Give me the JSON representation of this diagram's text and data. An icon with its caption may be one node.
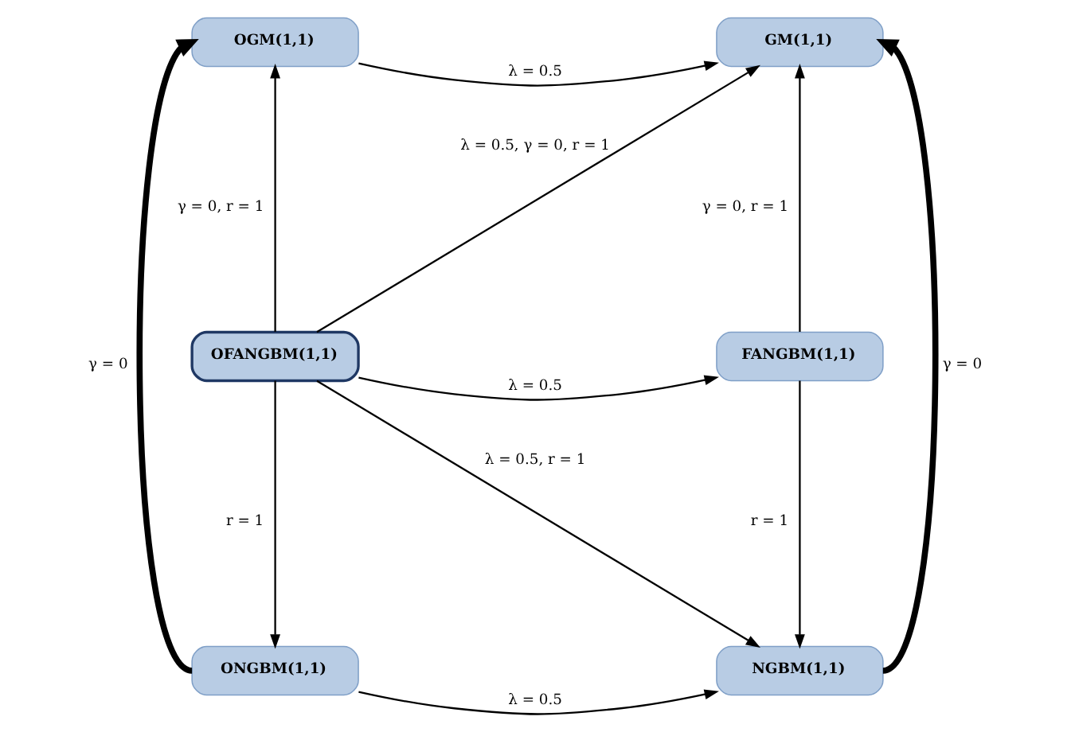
{
  "diagram": {
    "nodes": [
      {
        "text": [
          "OGM(1,1)"
        ]
      },
      {
        "text": [
          "GM(1,1)"
        ]
      },
      {
        "text": [
          "OFANGBM(1,1)"
        ]
      },
      {
        "text": [
          "FANGBM(1,1)"
        ]
      },
      {
        "text": [
          "ONGBM(1,1)"
        ]
      },
      {
        "text": [
          "NGBM(1,1)"
        ]
      }
    ],
    "edges": [
      {
        "from": 0,
        "to": 1,
        "arrow": "to",
        "label": "λ = 0.5"
      },
      {
        "from": 2,
        "to": 0,
        "arrow": "to",
        "label": "γ = 0, r = 1"
      },
      {
        "from": 2,
        "to": 1,
        "arrow": "to",
        "label": "λ = 0.5, γ = 0, r = 1"
      },
      {
        "from": 2,
        "to": 3,
        "arrow": "to",
        "label": "λ = 0.5"
      },
      {
        "from": 3,
        "to": 1,
        "arrow": "to",
        "label": "γ = 0, r = 1"
      },
      {
        "from": 2,
        "to": 4,
        "arrow": "to",
        "label": "r = 1"
      },
      {
        "from": 2,
        "to": 5,
        "arrow": "to",
        "label": "λ = 0.5, r = 1"
      },
      {
        "from": 3,
        "to": 5,
        "arrow": "to",
        "label": "r = 1"
      },
      {
        "from": 4,
        "to": 5,
        "arrow": "to",
        "label": "λ = 0.5"
      },
      {
        "from": 4,
        "to": 0,
        "arrow": "to",
        "label": "γ = 0",
        "style": "thick"
      },
      {
        "from": 5,
        "to": 1,
        "arrow": "to",
        "label": "γ = 0",
        "style": "thick"
      }
    ]
  }
}
